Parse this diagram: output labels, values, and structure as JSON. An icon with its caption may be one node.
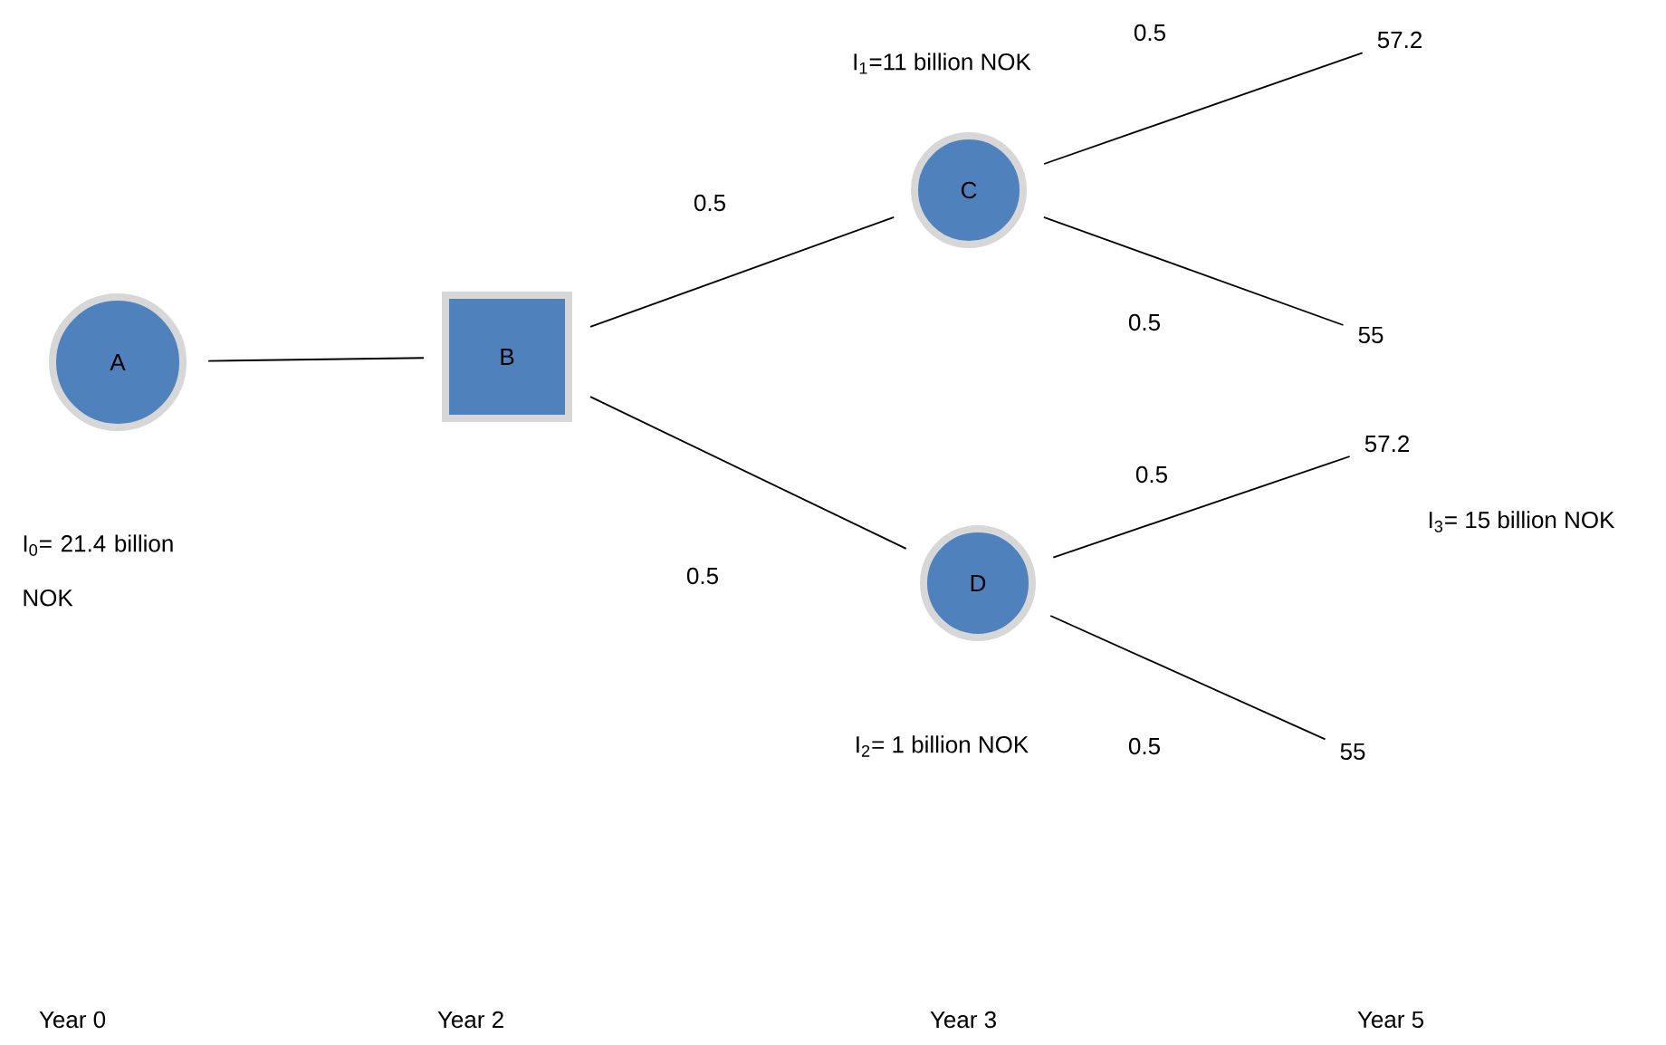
{
  "diagram": {
    "nodes": [
      {
        "text": [
          "A"
        ]
      },
      {
        "text": [
          "B"
        ]
      },
      {
        "text": [
          "C"
        ],
        "beside": [
          "I$_{1}$=11 billion NOK"
        ]
      },
      {
        "text": [
          "D"
        ]
      },
      {
        "text": [
          "57.2"
        ]
      },
      {
        "text": [
          "55"
        ]
      },
      {
        "text": [
          "57.2"
        ]
      },
      {
        "text": [
          "55"
        ]
      }
    ],
    "edges": [
      {
        "from": 0,
        "to": 1,
        "arrow": "none"
      },
      {
        "from": 1,
        "to": 2,
        "arrow": "none",
        "label": "0.5"
      },
      {
        "from": 1,
        "to": 3,
        "arrow": "none",
        "label": "0.5"
      },
      {
        "from": 2,
        "to": 4,
        "arrow": "none",
        "label": "0.5"
      },
      {
        "from": 2,
        "to": 5,
        "arrow": "none",
        "label": "0.5"
      },
      {
        "from": 3,
        "to": 6,
        "arrow": "none",
        "label": "0.5"
      },
      {
        "from": 3,
        "to": 7,
        "arrow": "none",
        "label": "0.5"
      }
    ],
    "labels": [
      "I$_{0}$= 21.4 billion NOK",
      "I$_{3}$= 15 billion NOK",
      "I$_{2}$= 1 billion NOK",
      "Year 0",
      "Year 2",
      "Year 3",
      "Year 5"
    ]
  }
}
